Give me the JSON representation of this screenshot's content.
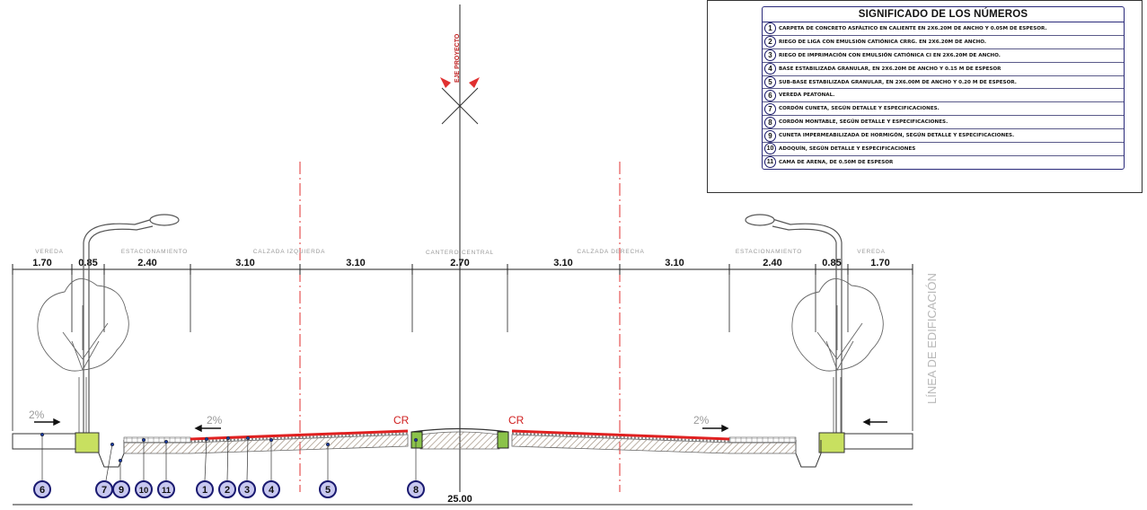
{
  "legend": {
    "title": "SIGNIFICADO DE LOS NÚMEROS",
    "items": [
      {
        "num": "1",
        "text": "CARPETA DE CONCRETO ASFÁLTICO EN CALIENTE EN 2x6.20m DE ANCHO Y 0.05m DE ESPESOR."
      },
      {
        "num": "2",
        "text": "RIEGO DE LIGA CON EMULSIÓN CATIÓNICA CRRG. EN 2x6.20m DE ANCHO."
      },
      {
        "num": "3",
        "text": "RIEGO DE IMPRIMACIÓN CON EMULSIÓN CATIÓNICA CI EN 2x6.20m DE ANCHO."
      },
      {
        "num": "4",
        "text": "BASE ESTABILIZADA GRANULAR, EN 2x6.20m DE ANCHO Y 0.15 m DE ESPESOR"
      },
      {
        "num": "5",
        "text": "SUB-BASE ESTABILIZADA GRANULAR, EN 2x6.00m DE ANCHO Y 0.20 m DE ESPESOR."
      },
      {
        "num": "6",
        "text": "VEREDA PEATONAL."
      },
      {
        "num": "7",
        "text": "CORDÓN CUNETA, SEGÚN DETALLE Y ESPECIFICACIONES."
      },
      {
        "num": "8",
        "text": "CORDÓN MONTABLE, SEGÚN DETALLE Y ESPECIFICACIONES."
      },
      {
        "num": "9",
        "text": "CUNETA IMPERMEABILIZADA DE HORMIGÓN, SEGÚN DETALLE Y ESPECIFICACIONES."
      },
      {
        "num": "10",
        "text": "ADOQUÍN, SEGÚN DETALLE Y ESPECIFICACIONES"
      },
      {
        "num": "11",
        "text": "CAMA DE ARENA, DE 0.50m DE ESPESOR"
      }
    ]
  },
  "axis_label": "EJE PROYECTO",
  "zones": [
    "VEREDA",
    "ESTACIONAMIENTO",
    "CALZADA IZQUIERDA",
    "CANTERO CENTRAL",
    "CALZADA DERECHA",
    "ESTACIONAMIENTO",
    "VEREDA"
  ],
  "dimensions": [
    "1.70",
    "0.85",
    "2.40",
    "3.10",
    "3.10",
    "2.70",
    "3.10",
    "3.10",
    "2.40",
    "0.85",
    "1.70"
  ],
  "total_width": "25.00",
  "slopes": [
    "2%",
    "2%",
    "2%"
  ],
  "crown_labels": [
    "CR",
    "CR"
  ],
  "callouts": [
    "6",
    "7",
    "9",
    "10",
    "11",
    "1",
    "2",
    "3",
    "4",
    "5",
    "8"
  ],
  "side_label": "LÍNEA DE EDIFICACIÓN",
  "colors": {
    "asphalt": "#e02020",
    "callout_fill": "#c8c8f0",
    "callout_stroke": "#1a1a70",
    "axis": "#e03030",
    "grass": "#c8e060"
  }
}
